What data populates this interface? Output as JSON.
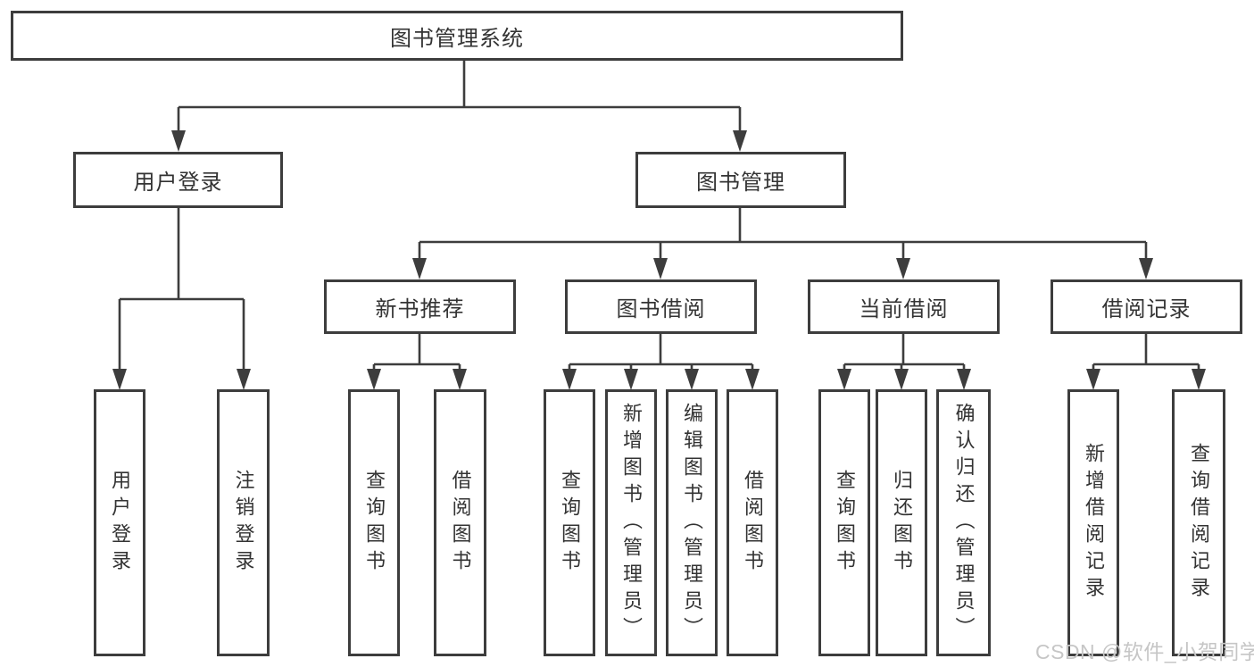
{
  "colors": {
    "line": "#3d3d3d",
    "box_border": "#3d3d3d",
    "text": "#333333",
    "background": "#ffffff",
    "watermark": "#c6c6c6"
  },
  "tree": {
    "root": "图书管理系统",
    "user_login": {
      "label": "用户登录",
      "children": [
        "用户登录",
        "注销登录"
      ]
    },
    "book_management": {
      "label": "图书管理",
      "sections": [
        {
          "label": "新书推荐",
          "children": [
            "查询图书",
            "借阅图书"
          ]
        },
        {
          "label": "图书借阅",
          "children": [
            "查询图书",
            "新增图书（管理员）",
            "编辑图书（管理员）",
            "借阅图书"
          ]
        },
        {
          "label": "当前借阅",
          "children": [
            "查询图书",
            "归还图书",
            "确认归还（管理员）"
          ]
        },
        {
          "label": "借阅记录",
          "children": [
            "新增借阅记录",
            "查询借阅记录"
          ]
        }
      ]
    }
  },
  "watermark": "CSDN @软件_小贺同学"
}
